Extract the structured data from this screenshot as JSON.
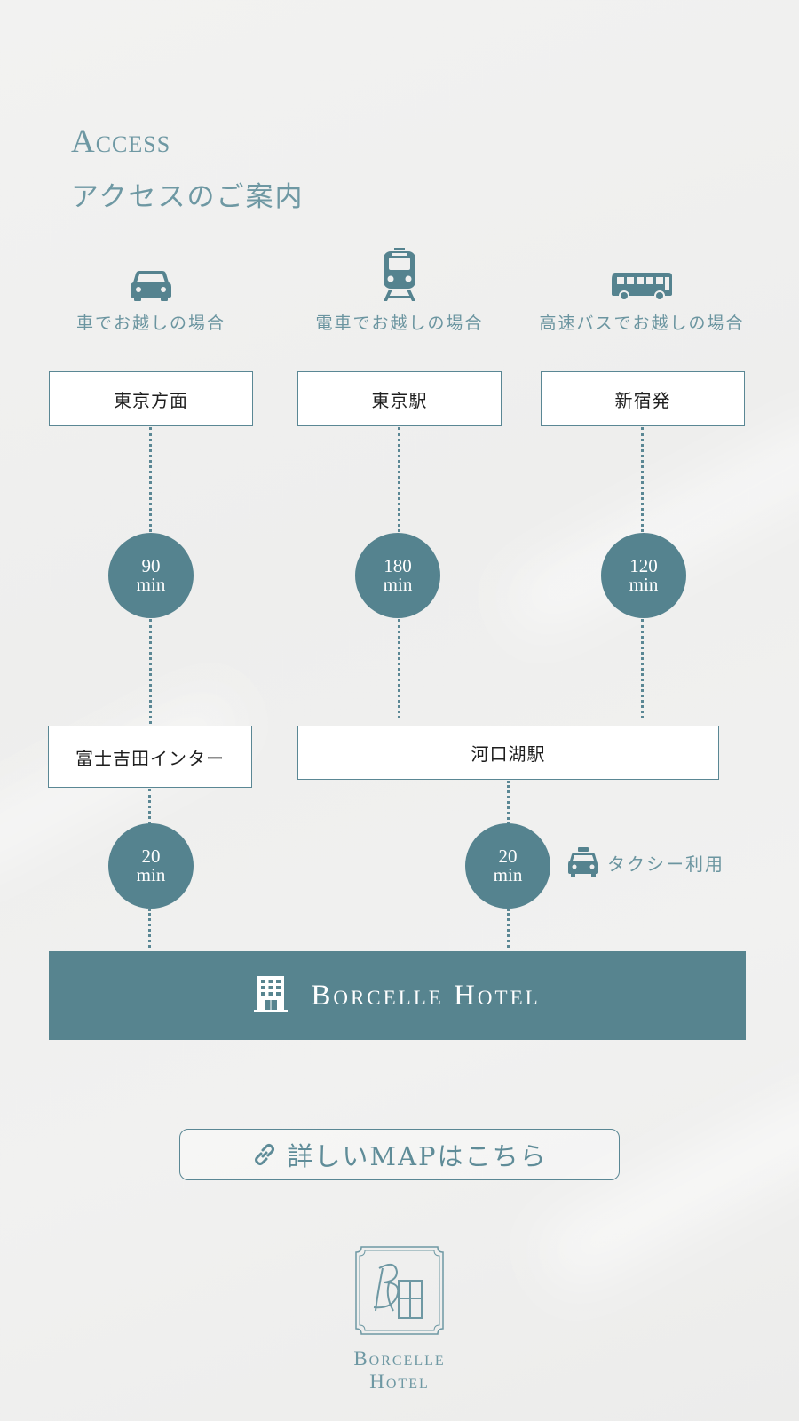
{
  "header": {
    "title_en": "Access",
    "title_ja": "アクセスのご案内"
  },
  "modes": [
    {
      "icon": "car-icon",
      "label": "車でお越しの場合",
      "origin": "東京方面",
      "duration_value": "90",
      "duration_unit": "min"
    },
    {
      "icon": "train-icon",
      "label": "電車でお越しの場合",
      "origin": "東京駅",
      "duration_value": "180",
      "duration_unit": "min"
    },
    {
      "icon": "bus-icon",
      "label": "高速バスでお越しの場合",
      "origin": "新宿発",
      "duration_value": "120",
      "duration_unit": "min"
    }
  ],
  "transfers": {
    "car_stop": "富士吉田インター",
    "train_bus_stop": "河口湖駅"
  },
  "final_legs": {
    "car": {
      "duration_value": "20",
      "duration_unit": "min"
    },
    "taxi": {
      "duration_value": "20",
      "duration_unit": "min",
      "note": "タクシー利用",
      "icon": "taxi-icon"
    }
  },
  "destination": {
    "name": "Borcelle Hotel",
    "icon": "hotel-building-icon"
  },
  "map_link": {
    "label": "詳しいMAPはこちら",
    "icon": "link-icon"
  },
  "footer_logo": {
    "line1": "Borcelle",
    "line2": "Hotel",
    "monogram": "BH"
  },
  "colors": {
    "accent": "#55838f",
    "text_accent": "#6b95a0",
    "background": "#efefee"
  }
}
